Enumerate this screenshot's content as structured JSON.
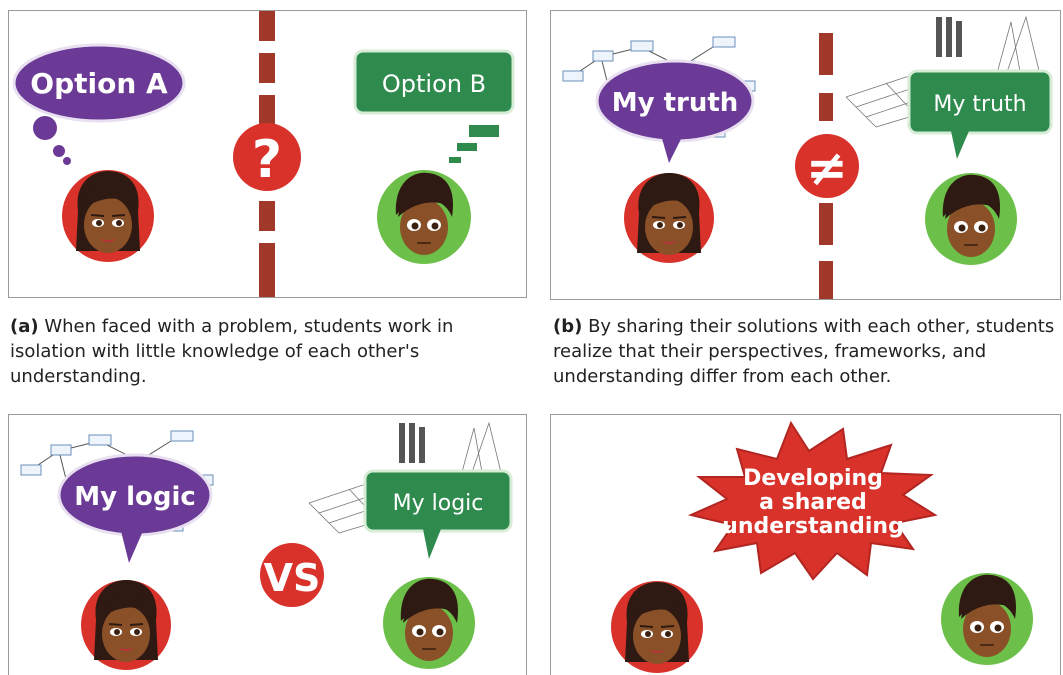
{
  "panel_a": {
    "bubble_left": "Option A",
    "bubble_right": "Option B",
    "center_symbol": "?"
  },
  "panel_b": {
    "bubble_left": "My truth",
    "bubble_right": "My truth",
    "center_symbol": "≠"
  },
  "panel_c": {
    "bubble_left": "My logic",
    "bubble_right": "My logic",
    "center_symbol": "VS"
  },
  "panel_d": {
    "burst_line1": "Developing",
    "burst_line2": "a shared",
    "burst_line3": "understanding"
  },
  "captions": {
    "a_label": "(a)",
    "a_text": "When faced with a problem, students work in isolation with little knowledge of each other's understanding.",
    "b_label": "(b)",
    "b_text": "By sharing their solutions with each other, students realize that their perspectives, frameworks, and understanding differ from each other."
  },
  "colors": {
    "purple": "#6b3a96",
    "green": "#2f8a4e",
    "red": "#d8322b",
    "light_green": "#6cc04a",
    "skin": "#8a5128",
    "hair": "#2e1a12",
    "wall": "#a0392a"
  }
}
